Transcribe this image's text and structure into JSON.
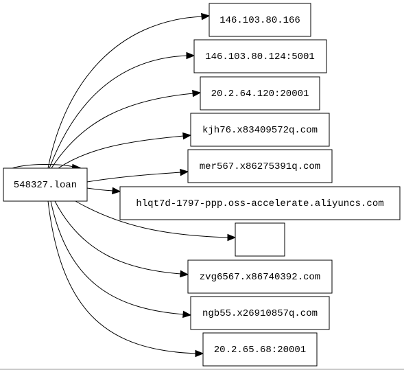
{
  "graph": {
    "source": {
      "label": "548327.loan"
    },
    "targets": [
      {
        "label": "146.103.80.166"
      },
      {
        "label": "146.103.80.124:5001"
      },
      {
        "label": "20.2.64.120:20001"
      },
      {
        "label": "kjh76.x83409572q.com"
      },
      {
        "label": "mer567.x86275391q.com"
      },
      {
        "label": "hlqt7d-1797-ppp.oss-accelerate.aliyuncs.com"
      },
      {
        "label": ""
      },
      {
        "label": "zvg6567.x86740392.com"
      },
      {
        "label": "ngb55.x26910857q.com"
      },
      {
        "label": "20.2.65.68:20001"
      }
    ],
    "self_loop": true,
    "colors": {
      "stroke": "#000000",
      "fill": "#ffffff"
    }
  }
}
